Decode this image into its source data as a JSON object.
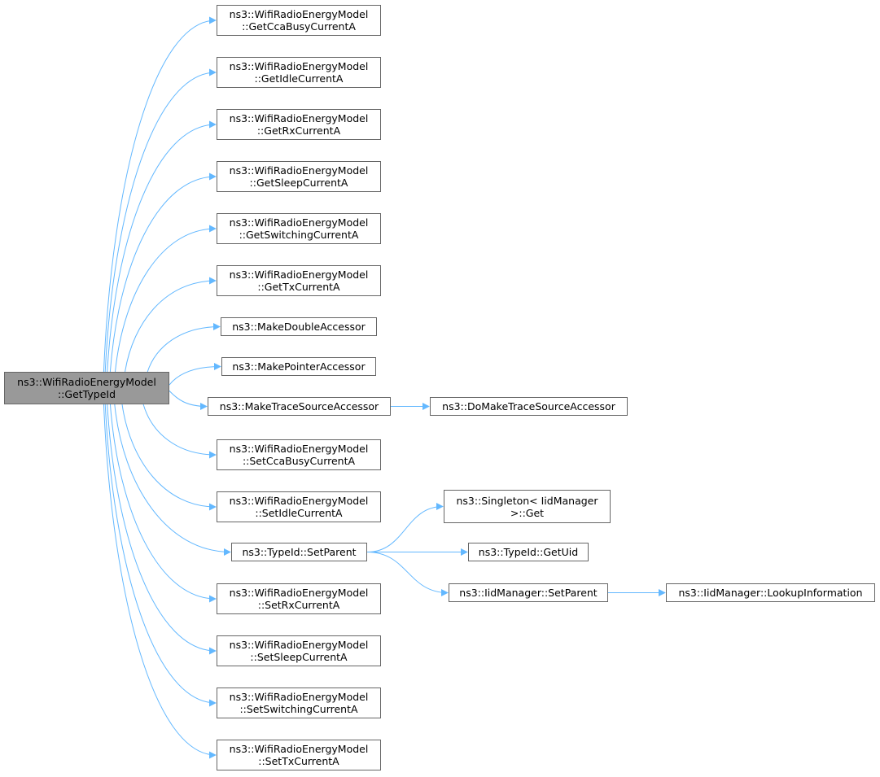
{
  "graph": {
    "root": {
      "id": "root",
      "lines": [
        "ns3::WifiRadioEnergyModel",
        "::GetTypeId"
      ]
    },
    "nodes": [
      {
        "id": "cca_get",
        "lines": [
          "ns3::WifiRadioEnergyModel",
          "::GetCcaBusyCurrentA"
        ]
      },
      {
        "id": "idle_get",
        "lines": [
          "ns3::WifiRadioEnergyModel",
          "::GetIdleCurrentA"
        ]
      },
      {
        "id": "rx_get",
        "lines": [
          "ns3::WifiRadioEnergyModel",
          "::GetRxCurrentA"
        ]
      },
      {
        "id": "sleep_get",
        "lines": [
          "ns3::WifiRadioEnergyModel",
          "::GetSleepCurrentA"
        ]
      },
      {
        "id": "sw_get",
        "lines": [
          "ns3::WifiRadioEnergyModel",
          "::GetSwitchingCurrentA"
        ]
      },
      {
        "id": "tx_get",
        "lines": [
          "ns3::WifiRadioEnergyModel",
          "::GetTxCurrentA"
        ]
      },
      {
        "id": "mkdouble",
        "lines": [
          "ns3::MakeDoubleAccessor"
        ]
      },
      {
        "id": "mkptr",
        "lines": [
          "ns3::MakePointerAccessor"
        ]
      },
      {
        "id": "mktrace",
        "lines": [
          "ns3::MakeTraceSourceAccessor"
        ]
      },
      {
        "id": "domktrace",
        "lines": [
          "ns3::DoMakeTraceSourceAccessor"
        ]
      },
      {
        "id": "cca_set",
        "lines": [
          "ns3::WifiRadioEnergyModel",
          "::SetCcaBusyCurrentA"
        ]
      },
      {
        "id": "idle_set",
        "lines": [
          "ns3::WifiRadioEnergyModel",
          "::SetIdleCurrentA"
        ]
      },
      {
        "id": "setparent",
        "lines": [
          "ns3::TypeId::SetParent"
        ]
      },
      {
        "id": "singleton",
        "lines": [
          "ns3::Singleton< IidManager",
          ">::Get"
        ]
      },
      {
        "id": "getuid",
        "lines": [
          "ns3::TypeId::GetUid"
        ]
      },
      {
        "id": "iidsetp",
        "lines": [
          "ns3::IidManager::SetParent"
        ]
      },
      {
        "id": "lookup",
        "lines": [
          "ns3::IidManager::LookupInformation"
        ]
      },
      {
        "id": "rx_set",
        "lines": [
          "ns3::WifiRadioEnergyModel",
          "::SetRxCurrentA"
        ]
      },
      {
        "id": "sleep_set",
        "lines": [
          "ns3::WifiRadioEnergyModel",
          "::SetSleepCurrentA"
        ]
      },
      {
        "id": "sw_set",
        "lines": [
          "ns3::WifiRadioEnergyModel",
          "::SetSwitchingCurrentA"
        ]
      },
      {
        "id": "tx_set",
        "lines": [
          "ns3::WifiRadioEnergyModel",
          "::SetTxCurrentA"
        ]
      }
    ],
    "edges": [
      [
        "root",
        "cca_get"
      ],
      [
        "root",
        "idle_get"
      ],
      [
        "root",
        "rx_get"
      ],
      [
        "root",
        "sleep_get"
      ],
      [
        "root",
        "sw_get"
      ],
      [
        "root",
        "tx_get"
      ],
      [
        "root",
        "mkdouble"
      ],
      [
        "root",
        "mkptr"
      ],
      [
        "root",
        "mktrace"
      ],
      [
        "root",
        "cca_set"
      ],
      [
        "root",
        "idle_set"
      ],
      [
        "root",
        "setparent"
      ],
      [
        "root",
        "rx_set"
      ],
      [
        "root",
        "sleep_set"
      ],
      [
        "root",
        "sw_set"
      ],
      [
        "root",
        "tx_set"
      ],
      [
        "mktrace",
        "domktrace"
      ],
      [
        "setparent",
        "singleton"
      ],
      [
        "setparent",
        "getuid"
      ],
      [
        "setparent",
        "iidsetp"
      ],
      [
        "iidsetp",
        "lookup"
      ]
    ],
    "colors": {
      "edge": "#63b8ff",
      "node_border": "#666666",
      "root_fill": "#999999",
      "node_fill": "#ffffff"
    }
  }
}
